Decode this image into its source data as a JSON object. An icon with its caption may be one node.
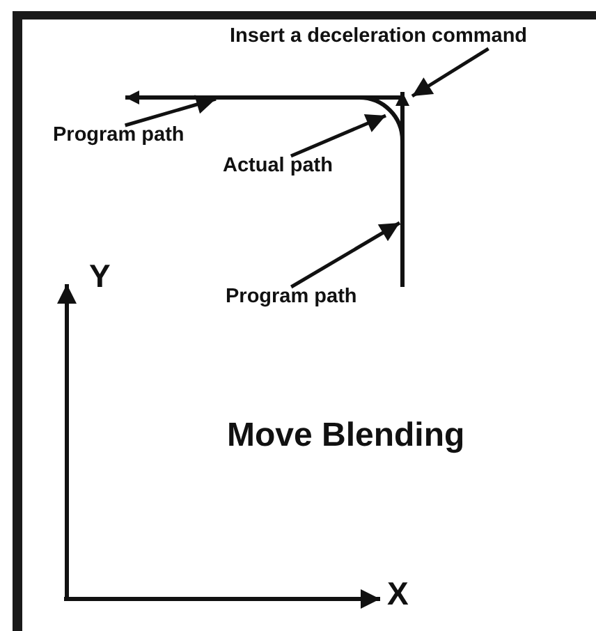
{
  "diagram": {
    "title": "Move Blending",
    "nodes": [
      {
        "text": [
          "Insert a deceleration command"
        ]
      },
      {
        "text": [
          "Program path"
        ]
      },
      {
        "text": [],
        "shape": "line"
      },
      {
        "text": [
          "Actual path"
        ]
      },
      {
        "text": [],
        "shape": "arc"
      },
      {
        "text": [
          "Program path"
        ]
      },
      {
        "text": [],
        "shape": "line"
      }
    ],
    "edges": [
      {
        "from": 0,
        "to": 4,
        "arrow": "to"
      },
      {
        "from": 1,
        "to": 2,
        "arrow": "to"
      },
      {
        "from": 3,
        "to": 4,
        "arrow": "to"
      },
      {
        "from": 5,
        "to": 6,
        "arrow": "to"
      }
    ],
    "labels": [
      "Y",
      "X"
    ]
  }
}
